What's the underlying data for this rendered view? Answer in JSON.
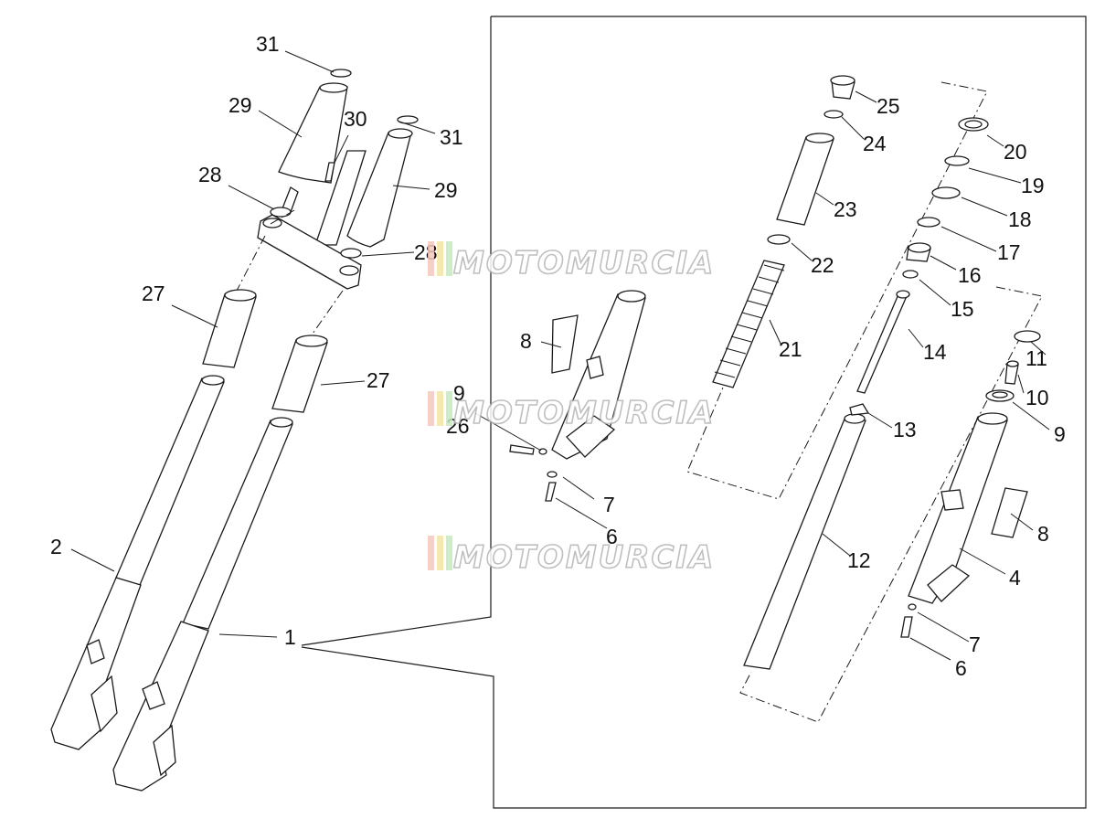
{
  "watermark": {
    "text": "MOTOMURCIA",
    "colors": [
      "#f3c8bf",
      "#f4e6a5",
      "#c9e7c4"
    ]
  },
  "labels": {
    "l1": "1",
    "l2": "2",
    "l4": "4",
    "l6a": "6",
    "l6b": "6",
    "l7a": "7",
    "l7b": "7",
    "l8a": "8",
    "l8b": "8",
    "l9a": "9",
    "l9b": "9",
    "l10": "10",
    "l11": "11",
    "l12": "12",
    "l13": "13",
    "l14": "14",
    "l15": "15",
    "l16": "16",
    "l17": "17",
    "l18": "18",
    "l19": "19",
    "l20": "20",
    "l21": "21",
    "l22": "22",
    "l23": "23",
    "l24": "24",
    "l25": "25",
    "l26": "26",
    "l27a": "27",
    "l27b": "27",
    "l28a": "28",
    "l28b": "28",
    "l29a": "29",
    "l29b": "29",
    "l30": "30",
    "l31a": "31",
    "l31b": "31"
  }
}
